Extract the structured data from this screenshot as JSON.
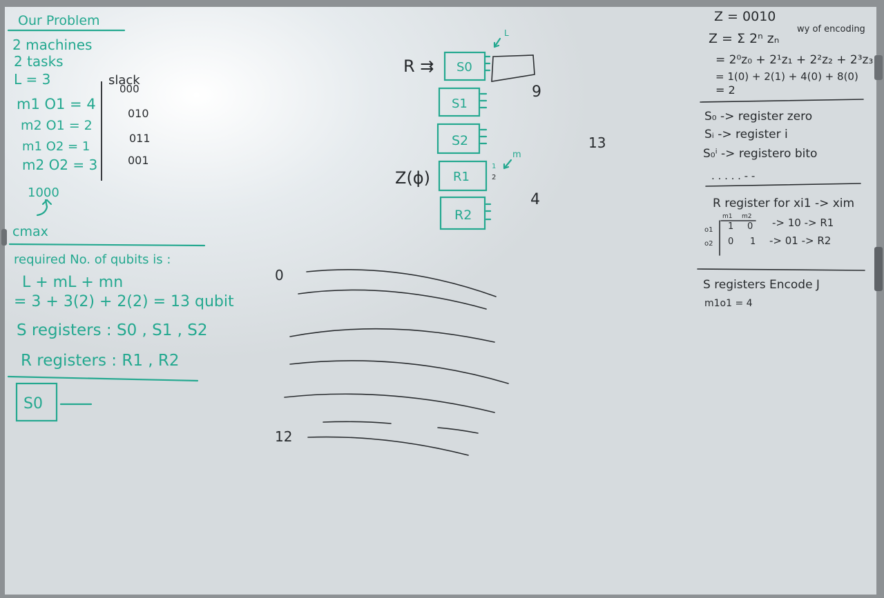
{
  "left_panel": {
    "heading": "Our Problem",
    "lines": [
      "2 machines",
      "2 tasks",
      "L = 3"
    ],
    "ops": [
      "m1 O1 = 4",
      "m2 O1 = 2",
      "m1 O2 = 1",
      "m2 O2 = 3"
    ],
    "slack_label": "slack",
    "slack_values": [
      "000",
      "010",
      "011",
      "001"
    ],
    "cmax_value": "1000",
    "cmax_label": "cmax",
    "qubits_heading": "required No. of qubits is :",
    "formula1": "L + mL + mn",
    "formula2": "= 3 + 3(2) + 2(2) = 13 qubit",
    "s_registers": "S registers : S0 , S1 , S2",
    "r_registers": "R registers : R1 , R2",
    "box_label": "S0"
  },
  "middle_panel": {
    "r_arrow": "R ⇉",
    "registers": [
      "S0",
      "S1",
      "S2",
      "R1",
      "R2"
    ],
    "z_label": "Z(ϕ)",
    "l_label": "L",
    "m_label": "m",
    "r1_index_top": "1",
    "r1_index_bottom": "2",
    "num_9": "9",
    "num_4": "4",
    "num_13": "13",
    "line_label_top": "0",
    "line_label_bottom": "12"
  },
  "right_panel": {
    "z_value": "Z = 0010",
    "z_sum": "Z = Σ 2ⁿ zₙ",
    "encoding_note": "wy of encoding",
    "expand1": "= 2⁰z₀ + 2¹z₁ + 2²z₂ + 2³z₃",
    "expand2": "= 1(0) + 2(1) + 4(0) + 8(0)",
    "expand3": "= 2",
    "s0_desc": "S₀ -> register zero",
    "si_desc": "Sᵢ -> register i",
    "s0i_desc": "S₀ⁱ -> registero bito",
    "dots": ". . .     . .    -   -",
    "r_register_title": "R register for xi1 -> xim",
    "col_headers": [
      "m1",
      "m2"
    ],
    "rows": [
      {
        "label": "o1",
        "cells": [
          "1",
          "0"
        ],
        "result": "-> 10 -> R1"
      },
      {
        "label": "o2",
        "cells": [
          "0",
          "1"
        ],
        "result": "-> 01 -> R2"
      }
    ],
    "s_encode_title": "S registers Encode J",
    "s_encode_line": "m1o1 = 4"
  }
}
